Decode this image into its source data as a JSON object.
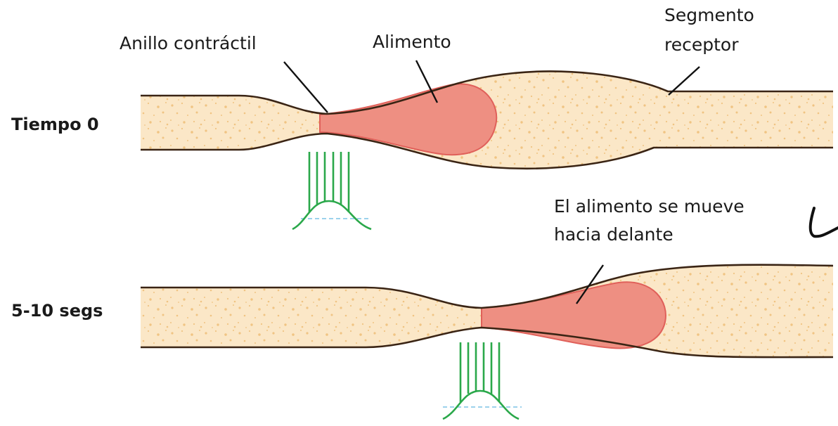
{
  "labels": {
    "time_0": "Tiempo 0",
    "time_1": "5-10 segs",
    "contractile_ring": "Anillo contráctil",
    "food": "Alimento",
    "receptor_line1": "Segmento",
    "receptor_line2": "receptor",
    "moves_line1": "El alimento se mueve",
    "moves_line2": "hacia delante"
  },
  "colors": {
    "tube_fill": "#fbe7c7",
    "tube_dots": "#f0c483",
    "tube_wall": "#3a2414",
    "food_fill": "#ee8f82",
    "food_edge": "#e0605a",
    "neural_signal": "#2aa84a",
    "baseline": "#7cc3e6"
  }
}
